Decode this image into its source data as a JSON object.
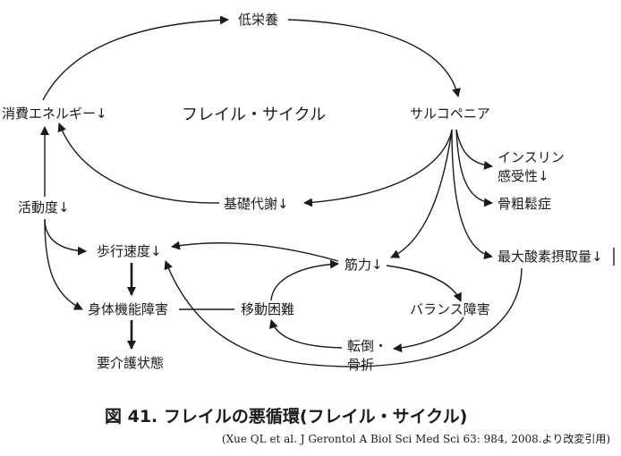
{
  "diagram": {
    "center_label": "フレイル・サイクル",
    "nodes": {
      "low_nutrition": "低栄養",
      "energy_expenditure": "消費エネルギー↓",
      "sarcopenia": "サルコペニア",
      "insulin_sensitivity_line1": "インスリン",
      "insulin_sensitivity_line2": "感受性↓",
      "osteoporosis": "骨粗鬆症",
      "max_oxygen_uptake": "最大酸素摂取量↓",
      "basal_metabolism": "基礎代謝↓",
      "activity": "活動度↓",
      "walking_speed": "歩行速度↓",
      "muscle_strength": "筋力↓",
      "mobility_difficulty": "移動困難",
      "balance_disorder": "バランス障害",
      "fall_line1": "転倒・",
      "fall_line2": "骨折",
      "physical_dysfunction": "身体機能障害",
      "care_need": "要介護状態"
    }
  },
  "caption": {
    "figure_title": "図 41.  フレイルの悪循環(フレイル・サイクル)",
    "source": "(Xue QL et al. J Gerontol A Biol Sci Med Sci 63: 984, 2008.より改変引用)"
  }
}
